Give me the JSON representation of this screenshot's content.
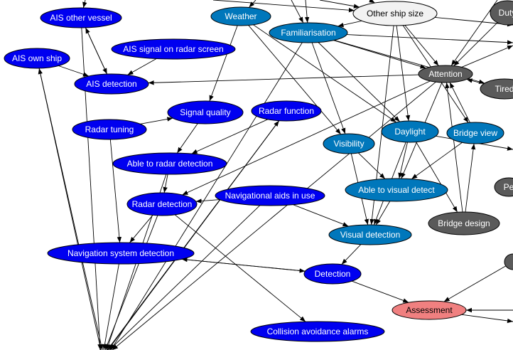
{
  "colors": {
    "blue": "#0000f0",
    "teal": "#0077bb",
    "white": "#f2f2f2",
    "gray": "#5a5a5a",
    "pink": "#f08080",
    "label_light": "#ffffff",
    "label_dark": "#000000"
  },
  "nodes": {
    "ais_other_vessel": {
      "label": "AIS other vessel",
      "color": "blue"
    },
    "ais_own_ship": {
      "label": "AIS own ship",
      "color": "blue"
    },
    "ais_signal_radar": {
      "label": "AIS signal on radar screen",
      "color": "blue"
    },
    "ais_detection": {
      "label": "AIS detection",
      "color": "blue"
    },
    "radar_tuning": {
      "label": "Radar tuning",
      "color": "blue"
    },
    "signal_quality": {
      "label": "Signal quality",
      "color": "blue"
    },
    "radar_function": {
      "label": "Radar function",
      "color": "blue"
    },
    "able_radar_detection": {
      "label": "Able to radar detection",
      "color": "blue"
    },
    "radar_detection": {
      "label": "Radar detection",
      "color": "blue"
    },
    "nav_aids_in_use": {
      "label": "Navigational aids in use",
      "color": "blue"
    },
    "nav_system_detection": {
      "label": "Navigation system detection",
      "color": "blue"
    },
    "collision_alarms": {
      "label": "Collision avoidance alarms",
      "color": "blue"
    },
    "detection": {
      "label": "Detection",
      "color": "blue"
    },
    "weather": {
      "label": "Weather",
      "color": "teal"
    },
    "familiarisation": {
      "label": "Familiarisation",
      "color": "teal"
    },
    "visibility": {
      "label": "Visibility",
      "color": "teal"
    },
    "daylight": {
      "label": "Daylight",
      "color": "teal"
    },
    "bridge_view": {
      "label": "Bridge view",
      "color": "teal"
    },
    "able_visual_detect": {
      "label": "Able to visual detect",
      "color": "teal"
    },
    "visual_detection": {
      "label": "Visual detection",
      "color": "teal"
    },
    "other_ship_size": {
      "label": "Other ship size",
      "color": "white"
    },
    "attention": {
      "label": "Attention",
      "color": "gray"
    },
    "bridge_design": {
      "label": "Bridge design",
      "color": "gray"
    },
    "duty": {
      "label": "Duty",
      "color": "gray"
    },
    "tired": {
      "label": "Tired",
      "color": "gray"
    },
    "pe": {
      "label": "Pe",
      "color": "gray"
    },
    "gray_edge": {
      "label": "",
      "color": "gray"
    },
    "assessment": {
      "label": "Assessment",
      "color": "pink"
    }
  }
}
